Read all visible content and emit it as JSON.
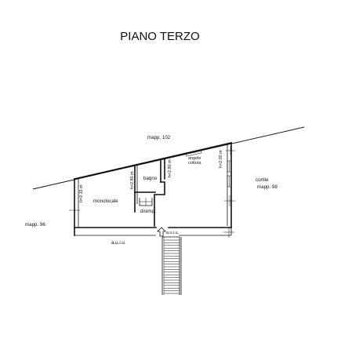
{
  "title": "PIANO TERZO",
  "labels": {
    "mapp_top": "mapp. 102",
    "mapp_left": "mapp. 96",
    "cortile": "cortile",
    "mapp_right": "mapp. 98",
    "monolocale": "monolocale",
    "bagno": "bagno",
    "angolo_line1": "angolo",
    "angolo_line2": "cottura",
    "disimp": "disimp.",
    "auiu_bottom": "a.u.i.u.",
    "auiu_stair": "a.u.i.u.",
    "h_left": "h=2.15 m",
    "h_bagno": "h=2.80 m",
    "h_mid": "h=2.80 m",
    "h_right": "h=2.00 m"
  }
}
